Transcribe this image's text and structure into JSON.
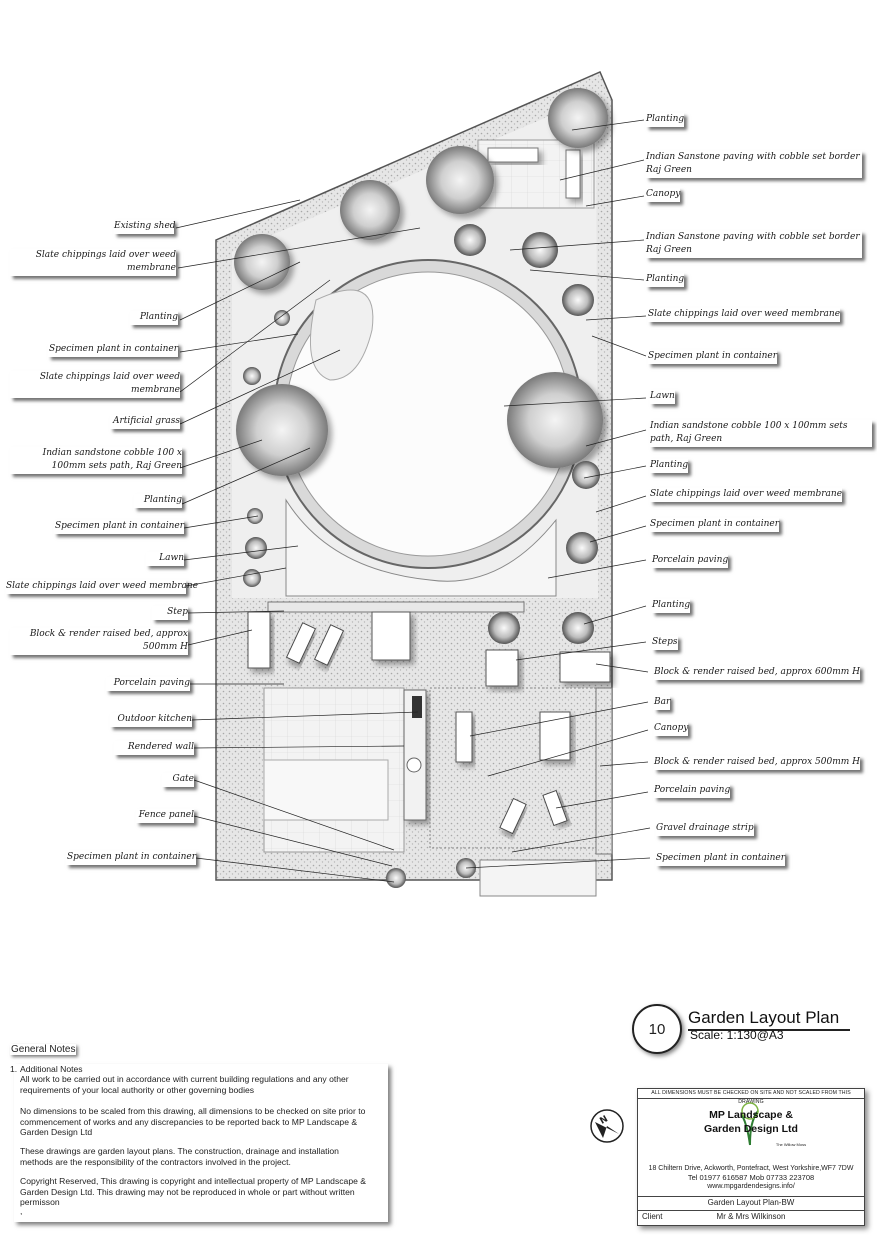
{
  "plan": {
    "labels_left": [
      {
        "text": "Existing shed"
      },
      {
        "text": "Slate chippings laid over weed membrane"
      },
      {
        "text": "Planting"
      },
      {
        "text": "Specimen plant in container"
      },
      {
        "text": "Slate chippings laid over weed membrane"
      },
      {
        "text": "Artificial grass"
      },
      {
        "text": "Indian sandstone cobble 100 x 100mm sets path, Raj Green"
      },
      {
        "text": "Planting"
      },
      {
        "text": "Specimen plant in container"
      },
      {
        "text": "Lawn"
      },
      {
        "text": "Slate chippings laid over weed membrane"
      },
      {
        "text": "Step"
      },
      {
        "text": "Block & render raised bed, approx 500mm H"
      },
      {
        "text": "Porcelain paving"
      },
      {
        "text": "Outdoor kitchen"
      },
      {
        "text": "Rendered wall"
      },
      {
        "text": "Gate"
      },
      {
        "text": "Fence panel"
      },
      {
        "text": "Specimen plant in container"
      }
    ],
    "labels_right": [
      {
        "text": "Planting"
      },
      {
        "text": "Indian Sanstone paving with cobble set border Raj Green"
      },
      {
        "text": "Canopy"
      },
      {
        "text": "Indian Sanstone paving with cobble set border Raj Green"
      },
      {
        "text": "Planting"
      },
      {
        "text": "Slate chippings laid over weed membrane"
      },
      {
        "text": "Specimen plant in container"
      },
      {
        "text": "Lawn"
      },
      {
        "text": "Indian sandstone cobble 100 x 100mm sets path, Raj Green"
      },
      {
        "text": "Planting"
      },
      {
        "text": "Slate chippings laid over weed membrane"
      },
      {
        "text": "Specimen plant in container"
      },
      {
        "text": "Porcelain paving"
      },
      {
        "text": "Planting"
      },
      {
        "text": "Steps"
      },
      {
        "text": "Block & render raised bed, approx 600mm H"
      },
      {
        "text": "Bar"
      },
      {
        "text": "Canopy"
      },
      {
        "text": "Block & render raised bed, approx 500mm H"
      },
      {
        "text": "Porcelain paving"
      },
      {
        "text": "Gravel drainage strip"
      },
      {
        "text": "Specimen plant in container"
      }
    ]
  },
  "title": {
    "sheet_number": "10",
    "name": "Garden Layout Plan",
    "scale": "Scale: 1:130@A3"
  },
  "notes": {
    "heading": "General Notes",
    "item_number": "1.",
    "item_title": "Additional Notes",
    "paragraphs": [
      "All work to be carried out in accordance with current building regulations and any other requirements of your local authority or other governing bodies",
      "No dimensions to be scaled from this drawing, all dimensions to be checked on site prior to commencement of works and any discrepancies to be reported back to MP Landscape & Garden Design Ltd",
      "These drawings are garden layout plans. The construction, drainage and installation methods are the responsibility of the contractors involved in the project.",
      "Copyright Reserved, This drawing is copyright and intellectual property of MP Landscape & Garden Design Ltd. This drawing may not be reproduced in whole or part without written permisson"
    ],
    "trailing": ","
  },
  "company": {
    "warning": "ALL DIMENSIONS MUST BE CHECKED ON SITE AND NOT SCALED FROM THIS DRAWING",
    "name_line1": "MP Landscape &",
    "name_line2": "Garden Design Ltd",
    "logo_small": "The Willow Moss",
    "address": "18 Chiltern Drive, Ackworth, Pontefract, West Yorkshire,WF7 7DW",
    "phones": "Tel 01977 616587  Mob 07733 223708",
    "web": "www.mpgardendesigns.info/",
    "drawing_title": "Garden Layout Plan-BW",
    "client_label": "Client",
    "client_name": "Mr & Mrs Wilkinson",
    "brand_color": "#2e7d32"
  },
  "north_icon": "north-arrow-icon"
}
